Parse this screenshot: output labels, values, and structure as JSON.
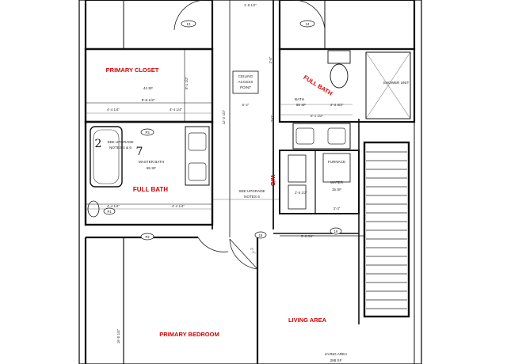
{
  "rooms": {
    "primary_closet": {
      "label": "PRIMARY CLOSET",
      "area": "44 SF",
      "dim": "9'-8 1/2\""
    },
    "full_bath_upper": {
      "label": "FULL BATH",
      "area1": "BATH",
      "area2": "55 SF",
      "dim": "4'-3 3/4\""
    },
    "full_bath_lower": {
      "label": "FULL BATH"
    },
    "master_bath": {
      "label": "MASTER BATH",
      "area": "65 SF"
    },
    "primary_bedroom": {
      "label": "PRIMARY BEDROOM"
    },
    "living_area": {
      "label": "LIVING AREA",
      "sub1": "LIVING AREA",
      "sub2": "288 SF"
    },
    "wd": {
      "label": "W/D"
    },
    "furnace": {
      "label1": "FURNACE",
      "label2": "WATER",
      "area": "15 SF"
    },
    "shower": {
      "label": "SHOWER UNIT"
    },
    "ceiling": {
      "line1": "CEILING",
      "line2": "ACCESS",
      "line3": "POINT"
    }
  },
  "notes": {
    "see_upgrade_1": "SEE UPGRADE",
    "see_upgrade_1b": "NOTES 4 & 6",
    "see_upgrade_2": "SEE UPGRADE",
    "see_upgrade_2b": "NOTES 6",
    "big_numeral": "7"
  },
  "tags": {
    "t13": "13",
    "t14": "14",
    "p3a": "P3",
    "p3b": "P3",
    "p1a": "P1",
    "t15": "15",
    "t16": "16",
    "p2": "P2"
  },
  "dims": {
    "d1": "1'-8 1/2\"",
    "d2": "4'-4 1/4\"",
    "d3": "4'-4 1/4\"",
    "d4": "5'-2\"",
    "d5": "5'-1 1/2\"",
    "d6": "2'-6\"",
    "d7": "12'-2 1/2\"",
    "d8": "4'-4 1/4\"",
    "d9": "4'-4 1/4\"",
    "d10": "2'-5 1/2\"",
    "d11": "5'-6 3/4\"",
    "d12": "3'-3\"",
    "d13": "16'-0 1/4\"",
    "d14": "5'-1 1/2\"",
    "d15": "3'-0\"",
    "d16": "2'-1\""
  }
}
